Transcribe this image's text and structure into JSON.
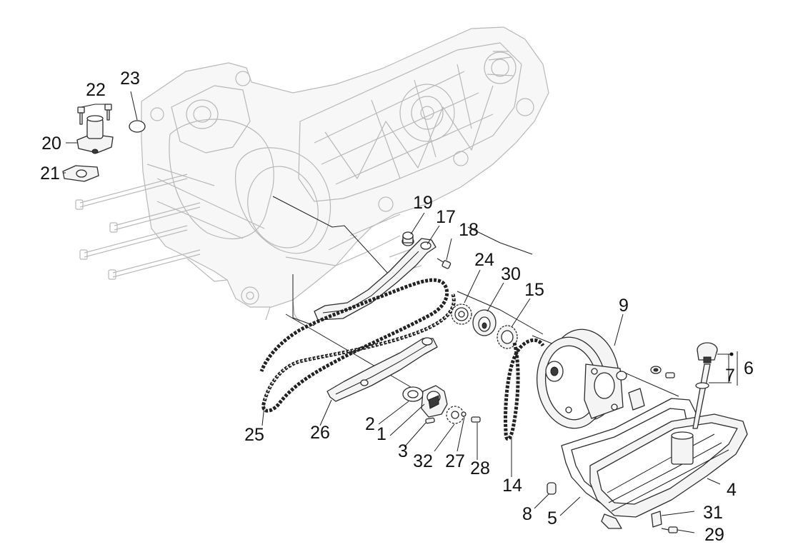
{
  "callouts": [
    "1",
    "2",
    "3",
    "4",
    "5",
    "6",
    "7",
    "8",
    "9",
    "14",
    "15",
    "17",
    "18",
    "19",
    "20",
    "21",
    "22",
    "23",
    "24",
    "25",
    "26",
    "27",
    "28",
    "29",
    "30",
    "31",
    "32"
  ]
}
